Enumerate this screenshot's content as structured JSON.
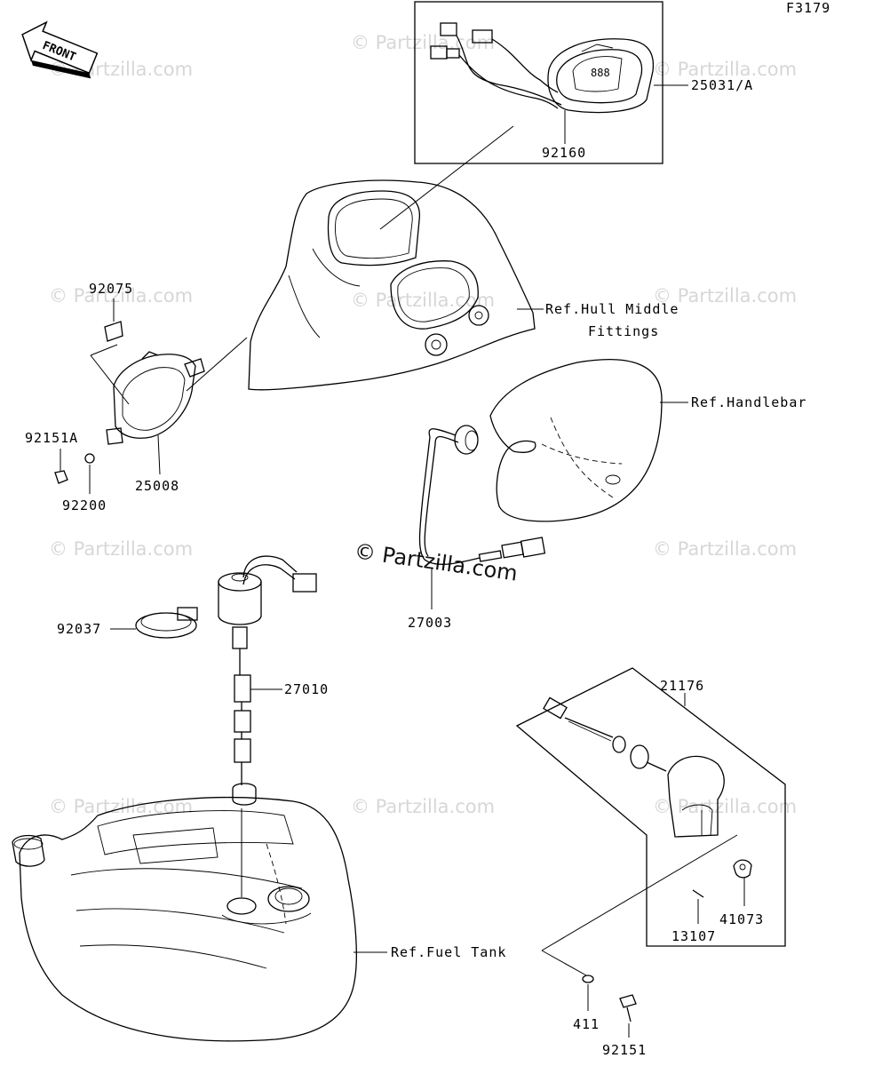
{
  "figure_code": "F3179",
  "front_arrow_label": "FRONT",
  "watermark": "© Partzilla.com",
  "parts": {
    "meter_assembly": "25031/A",
    "meter_seal": "92160",
    "hull_ref_line1": "Ref.Hull Middle",
    "hull_ref_line2": "Fittings",
    "bracket_pad": "92075",
    "bracket_bolt": "92151A",
    "bracket_washer": "92200",
    "bracket": "25008",
    "handlebar_ref": "Ref.Handlebar",
    "sensor_switch": "27003",
    "clamp": "92037",
    "fuel_gauge": "27010",
    "fuel_tank_ref": "Ref.Fuel Tank",
    "sensor_assy": "21176",
    "clip": "41073",
    "pin": "13107",
    "washer": "411",
    "bolt": "92151"
  }
}
